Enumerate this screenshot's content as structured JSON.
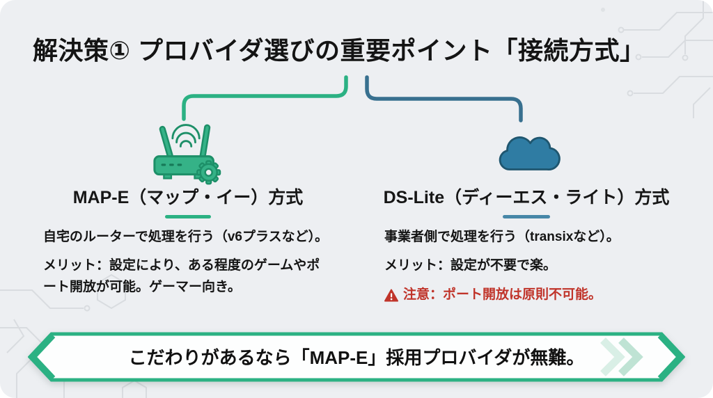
{
  "title": "解決策① プロバイダ選びの重要ポイント「接続方式」",
  "left_branch": {
    "icon": "router-with-gear-icon",
    "heading": "MAP-E（マップ・イー）方式",
    "desc": "自宅のルーターで処理を行う（v6プラスなど）。",
    "merit": "メリット：設定により、ある程度のゲームやポート開放が可能。ゲーマー向き。"
  },
  "right_branch": {
    "icon": "cloud-icon",
    "heading": "DS-Lite（ディーエス・ライト）方式",
    "desc": "事業者側で処理を行う（transixなど）。",
    "merit": "メリット：設定が不要で楽。",
    "warning": "注意：ポート開放は原則不可能。"
  },
  "banner": {
    "text": "こだわりがあるなら「MAP-E」採用プロバイダが無難。"
  },
  "colors": {
    "accent_green": "#2bb183",
    "accent_blue": "#38708f",
    "underline_blue": "#4787a8",
    "icon_green_fill": "#35b287",
    "icon_green_outline": "#1d8f68",
    "cloud_fill": "#2f7ca3",
    "cloud_outline": "#1f566f",
    "warning_red": "#c0342a",
    "text": "#141414",
    "slide_bg": "#edeff2"
  }
}
